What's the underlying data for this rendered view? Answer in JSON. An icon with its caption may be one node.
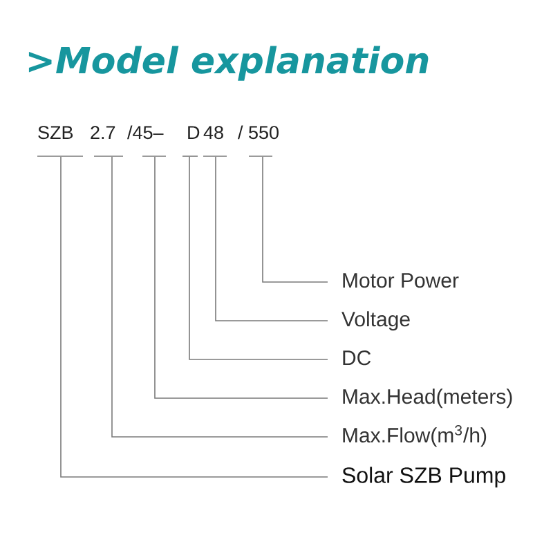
{
  "diagram": {
    "title": ">Model explanation",
    "nodes": [
      {
        "text": [
          "SZB"
        ]
      },
      {
        "text": [
          "2.7"
        ]
      },
      {
        "text": [
          "/45–"
        ]
      },
      {
        "text": [
          "D"
        ]
      },
      {
        "text": [
          "48"
        ]
      },
      {
        "text": [
          "/ 550"
        ]
      },
      {
        "text": [
          "Motor Power"
        ]
      },
      {
        "text": [
          "Voltage"
        ]
      },
      {
        "text": [
          "DC"
        ]
      },
      {
        "text": [
          "Max.Head(meters)"
        ]
      },
      {
        "text": [
          "Max.Flow(m$^{3}$/h)"
        ]
      },
      {
        "text": [
          "Solar SZB Pump"
        ]
      }
    ],
    "edges": [
      {
        "from": 0,
        "to": 11,
        "arrow": "none"
      },
      {
        "from": 1,
        "to": 10,
        "arrow": "none"
      },
      {
        "from": 2,
        "to": 9,
        "arrow": "none"
      },
      {
        "from": 3,
        "to": 8,
        "arrow": "none"
      },
      {
        "from": 4,
        "to": 7,
        "arrow": "none"
      },
      {
        "from": 5,
        "to": 6,
        "arrow": "none"
      }
    ]
  }
}
